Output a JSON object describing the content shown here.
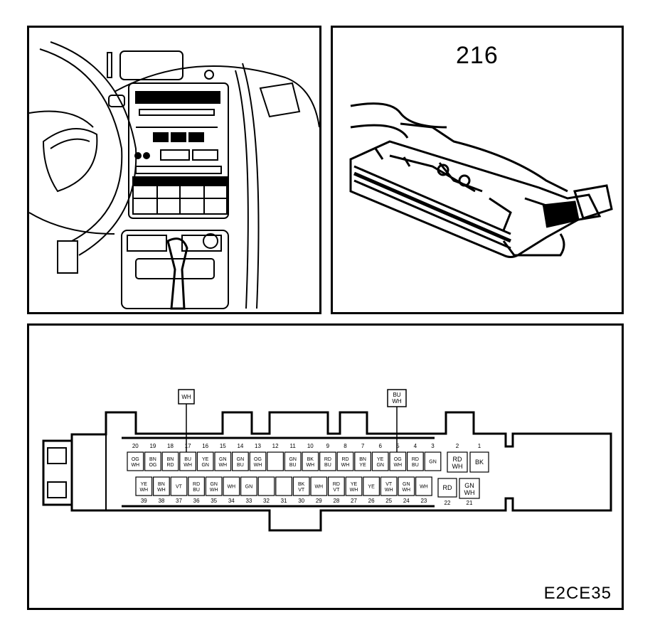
{
  "connector": {
    "number": "216",
    "figure_code": "E2CE35"
  },
  "top_row": [
    {
      "pin": "20",
      "colors": [
        "OG",
        "WH"
      ]
    },
    {
      "pin": "19",
      "colors": [
        "BN",
        "OG"
      ]
    },
    {
      "pin": "18",
      "colors": [
        "BN",
        "RD"
      ]
    },
    {
      "pin": "17",
      "colors": [
        "BU",
        "WH"
      ]
    },
    {
      "pin": "16",
      "colors": [
        "YE",
        "GN"
      ]
    },
    {
      "pin": "15",
      "colors": [
        "GN",
        "WH"
      ]
    },
    {
      "pin": "14",
      "colors": [
        "GN",
        "BU"
      ]
    },
    {
      "pin": "13",
      "colors": [
        "OG",
        "WH"
      ]
    },
    {
      "pin": "12",
      "colors": []
    },
    {
      "pin": "11",
      "colors": [
        "GN",
        "BU"
      ]
    },
    {
      "pin": "10",
      "colors": [
        "BK",
        "WH"
      ]
    },
    {
      "pin": "9",
      "colors": [
        "RD",
        "BU"
      ]
    },
    {
      "pin": "8",
      "colors": [
        "RD",
        "WH"
      ]
    },
    {
      "pin": "7",
      "colors": [
        "BN",
        "YE"
      ]
    },
    {
      "pin": "6",
      "colors": [
        "YE",
        "GN"
      ]
    },
    {
      "pin": "5",
      "colors": [
        "OG",
        "WH"
      ]
    },
    {
      "pin": "4",
      "colors": [
        "RD",
        "BU"
      ]
    },
    {
      "pin": "3",
      "colors": [
        "GN"
      ]
    }
  ],
  "bottom_row": [
    {
      "pin": "39",
      "colors": [
        "YE",
        "WH"
      ]
    },
    {
      "pin": "38",
      "colors": [
        "BN",
        "WH"
      ]
    },
    {
      "pin": "37",
      "colors": [
        "VT"
      ]
    },
    {
      "pin": "36",
      "colors": [
        "RD",
        "BU"
      ]
    },
    {
      "pin": "35",
      "colors": [
        "GN",
        "WH"
      ]
    },
    {
      "pin": "34",
      "colors": [
        "WH"
      ]
    },
    {
      "pin": "33",
      "colors": [
        "GN"
      ]
    },
    {
      "pin": "32",
      "colors": []
    },
    {
      "pin": "31",
      "colors": []
    },
    {
      "pin": "30",
      "colors": [
        "BK",
        "VT"
      ]
    },
    {
      "pin": "29",
      "colors": [
        "WH"
      ]
    },
    {
      "pin": "28",
      "colors": [
        "RD",
        "VT"
      ]
    },
    {
      "pin": "27",
      "colors": [
        "YE",
        "WH"
      ]
    },
    {
      "pin": "26",
      "colors": [
        "YE"
      ]
    },
    {
      "pin": "25",
      "colors": [
        "VT",
        "WH"
      ]
    },
    {
      "pin": "24",
      "colors": [
        "GN",
        "WH"
      ]
    },
    {
      "pin": "23",
      "colors": [
        "WH"
      ]
    }
  ],
  "large_pins": [
    {
      "pin": "2",
      "colors": [
        "RD",
        "WH"
      ]
    },
    {
      "pin": "1",
      "colors": [
        "BK"
      ]
    },
    {
      "pin": "22",
      "colors": [
        "RD"
      ]
    },
    {
      "pin": "21",
      "colors": [
        "GN",
        "WH"
      ]
    }
  ],
  "callouts": [
    {
      "pin": "17",
      "colors": [
        "WH"
      ]
    },
    {
      "pin": "5",
      "colors": [
        "BU",
        "WH"
      ]
    }
  ]
}
